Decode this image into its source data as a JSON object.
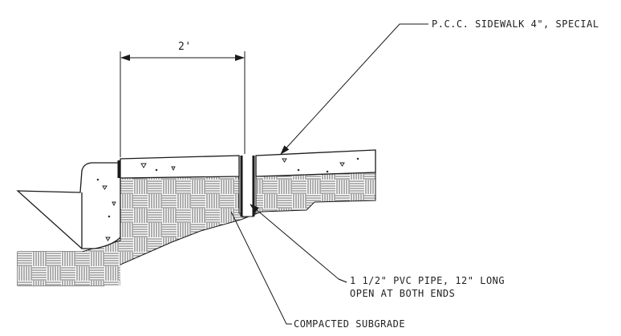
{
  "drawing": {
    "dimension_label": "2'",
    "callouts": {
      "sidewalk": "P.C.C. SIDEWALK 4\", SPECIAL",
      "pipe_line1": "1 1/2\" PVC PIPE, 12\" LONG",
      "pipe_line2": "OPEN AT BOTH ENDS",
      "subgrade": "COMPACTED SUBGRADE"
    },
    "colors": {
      "line": "#1a1a1a",
      "background": "#ffffff"
    }
  }
}
